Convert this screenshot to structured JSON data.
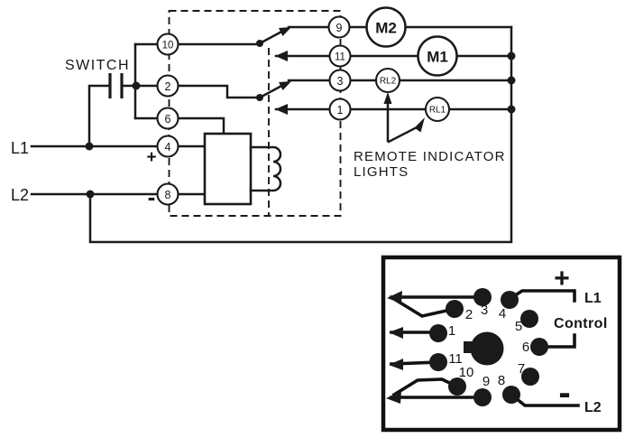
{
  "colors": {
    "ink": "#1a1a1a",
    "background": "#ffffff"
  },
  "schematic": {
    "line_labels": {
      "l1": "L1",
      "l2": "L2"
    },
    "switch_label": "SWITCH",
    "polarity": {
      "plus": "+",
      "minus": "-"
    },
    "terminals": {
      "t10": "10",
      "t2": "2",
      "t6": "6",
      "t4": "4",
      "t8": "8",
      "t9": "9",
      "t11": "11",
      "t3": "3",
      "t1": "1"
    },
    "devices": {
      "m2": "M2",
      "m1": "M1",
      "rl2": "RL2",
      "rl1": "RL1"
    },
    "note": {
      "line1": "REMOTE INDICATOR",
      "line2": "LIGHTS"
    }
  },
  "socket": {
    "pins": {
      "p1": "1",
      "p2": "2",
      "p3": "3",
      "p4": "4",
      "p5": "5",
      "p6": "6",
      "p7": "7",
      "p8": "8",
      "p9": "9",
      "p10": "10",
      "p11": "11"
    },
    "labels": {
      "plus": "+",
      "l1": "L1",
      "control": "Control",
      "minus": "-",
      "l2": "L2"
    }
  }
}
